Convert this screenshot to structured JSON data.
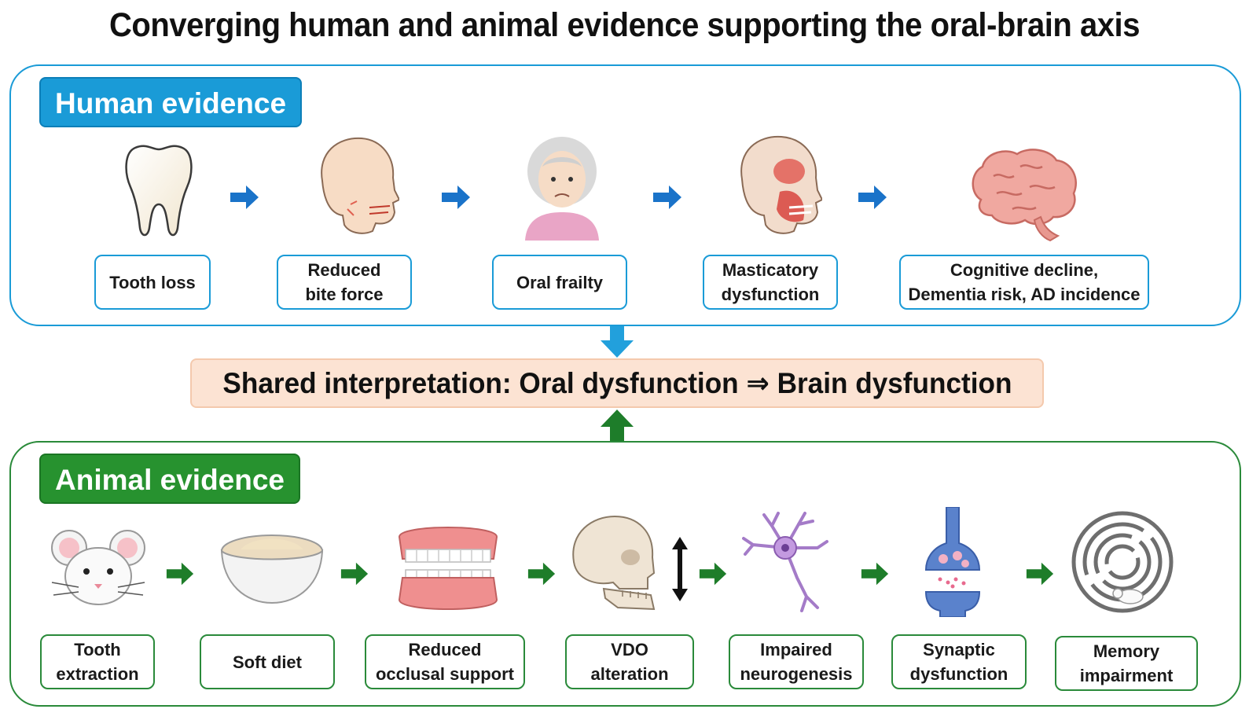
{
  "title": "Converging human and animal evidence supporting the oral-brain axis",
  "human": {
    "label": "Human evidence",
    "accent": "#1a9bd7",
    "nodes": [
      {
        "icon": "tooth-icon",
        "label": "Tooth loss"
      },
      {
        "icon": "head-profile-icon",
        "label": "Reduced\nbite force"
      },
      {
        "icon": "elderly-woman-icon",
        "label": "Oral frailty"
      },
      {
        "icon": "jaw-muscle-icon",
        "label": "Masticatory\ndysfunction"
      },
      {
        "icon": "brain-icon",
        "label": "Cognitive decline,\nDementia risk, AD incidence"
      }
    ]
  },
  "shared": {
    "text": "Shared interpretation: Oral dysfunction ⇒ Brain dysfunction",
    "color": "#fce3d3"
  },
  "animal": {
    "label": "Animal evidence",
    "accent": "#27922f",
    "nodes": [
      {
        "icon": "mouse-icon",
        "label": "Tooth\nextraction"
      },
      {
        "icon": "bowl-icon",
        "label": "Soft diet"
      },
      {
        "icon": "dentures-icon",
        "label": "Reduced\nocclusal support"
      },
      {
        "icon": "skull-icon",
        "label": "VDO\nalteration"
      },
      {
        "icon": "neuron-icon",
        "label": "Impaired\nneurogenesis"
      },
      {
        "icon": "synapse-icon",
        "label": "Synaptic\ndysfunction"
      },
      {
        "icon": "maze-icon",
        "label": "Memory\nimpairment"
      }
    ]
  }
}
